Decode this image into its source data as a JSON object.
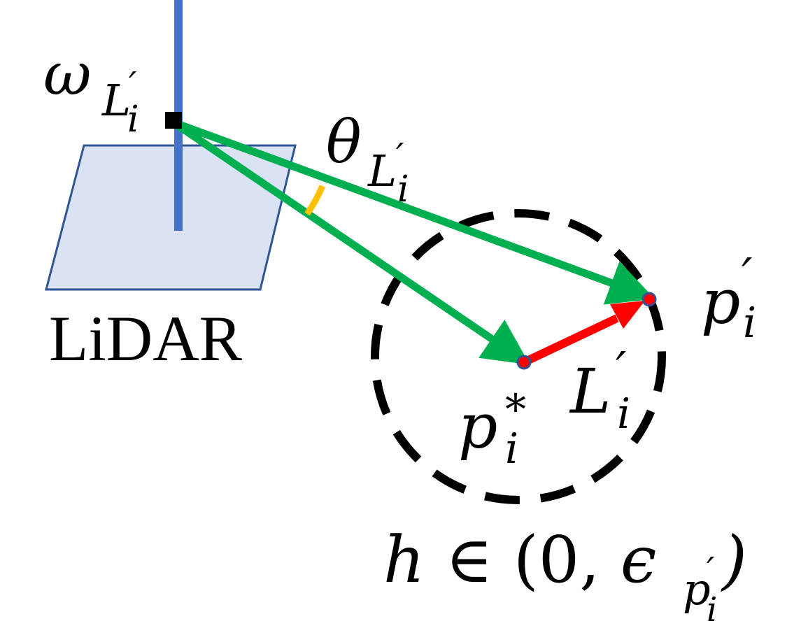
{
  "labels": {
    "lidar": "LiDAR",
    "omega": {
      "base": "ω",
      "sub": "L",
      "sub_prime": "′",
      "sub_sub": "i"
    },
    "theta": {
      "base": "θ",
      "sub": "L",
      "sub_prime": "′",
      "sub_sub": "i"
    },
    "p_prime": {
      "base": "p",
      "prime": "′",
      "sub": "i"
    },
    "p_star": {
      "base": "p",
      "star": "*",
      "sub": "i"
    },
    "l_prime": {
      "base": "L",
      "prime": "′",
      "sub": "i"
    },
    "range": {
      "var": "h",
      "elem": " ∈ ",
      "open": "(",
      "zero": "0",
      "comma": ", ",
      "eps": "ϵ",
      "eps_sub": "p",
      "eps_sub_prime": "′",
      "eps_sub_sub": "i",
      "close": ")"
    }
  },
  "colors": {
    "plane_fill": "#dae3f3",
    "plane_stroke": "#2f5597",
    "pole": "#4472c4",
    "green_ray": "#00b050",
    "red_vector": "#ff0000",
    "angle_arc": "#ffc000",
    "dashed_circle": "#000000",
    "point_fill": "#ff0000",
    "point_stroke": "#2f5597"
  }
}
